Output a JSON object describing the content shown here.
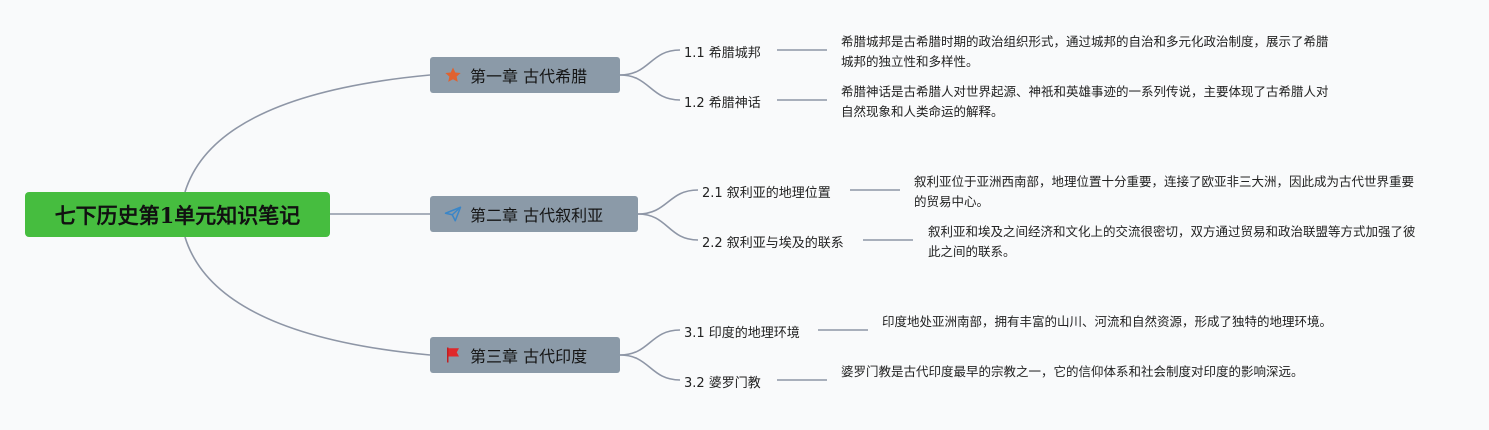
{
  "root": {
    "title": "七下历史第1单元知识笔记"
  },
  "chapters": [
    {
      "title": "第一章 古代希腊",
      "icon": "star-icon",
      "icon_color": "#e0622f",
      "subs": [
        {
          "label": "1.1 希腊城邦",
          "desc": "希腊城邦是古希腊时期的政治组织形式，通过城邦的自治和多元化政治制度，展示了希腊城邦的独立性和多样性。"
        },
        {
          "label": "1.2 希腊神话",
          "desc": "希腊神话是古希腊人对世界起源、神祇和英雄事迹的一系列传说，主要体现了古希腊人对自然现象和人类命运的解释。"
        }
      ]
    },
    {
      "title": "第二章 古代叙利亚",
      "icon": "paper-plane-icon",
      "icon_color": "#3a86c8",
      "subs": [
        {
          "label": "2.1 叙利亚的地理位置",
          "desc": "叙利亚位于亚洲西南部，地理位置十分重要，连接了欧亚非三大洲，因此成为古代世界重要的贸易中心。"
        },
        {
          "label": "2.2 叙利亚与埃及的联系",
          "desc": "叙利亚和埃及之间经济和文化上的交流很密切，双方通过贸易和政治联盟等方式加强了彼此之间的联系。"
        }
      ]
    },
    {
      "title": "第三章 古代印度",
      "icon": "red-flag-icon",
      "icon_color": "#e0282b",
      "subs": [
        {
          "label": "3.1 印度的地理环境",
          "desc": "印度地处亚洲南部，拥有丰富的山川、河流和自然资源，形成了独特的地理环境。"
        },
        {
          "label": "3.2 婆罗门教",
          "desc": "婆罗门教是古代印度最早的宗教之一，它的信仰体系和社会制度对印度的影响深远。"
        }
      ]
    }
  ]
}
